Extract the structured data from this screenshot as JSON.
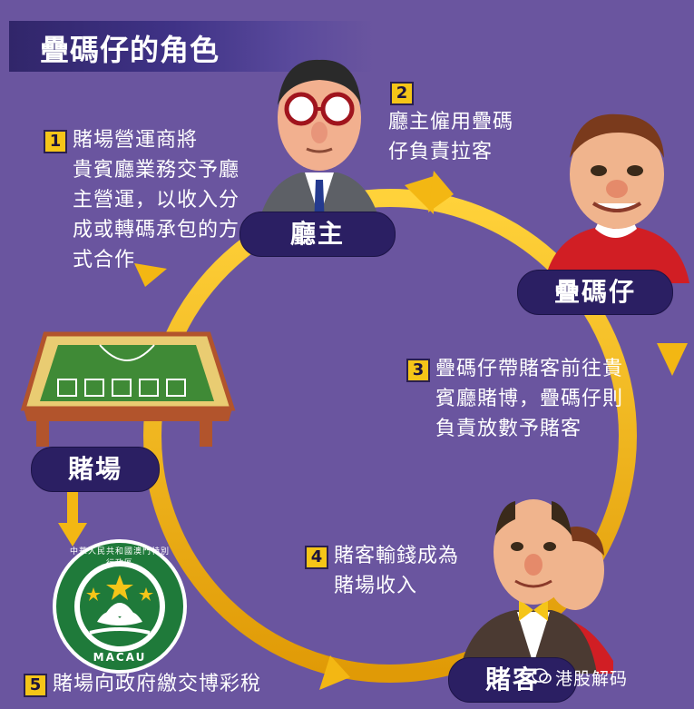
{
  "title": "疊碼仔的角色",
  "roles": {
    "hall_owner": "廳主",
    "junket": "疊碼仔",
    "casino": "賭場",
    "gambler": "賭客"
  },
  "steps": [
    {
      "number": "1",
      "text": "賭場營運商將\n貴賓廳業務交予廳\n主營運，以收入分\n成或轉碼承包的方\n式合作"
    },
    {
      "number": "2",
      "text": "廳主僱用疊碼\n仔負責拉客"
    },
    {
      "number": "3",
      "text": "疊碼仔帶賭客前往貴\n賓廳賭博，疊碼仔則\n負責放數予賭客"
    },
    {
      "number": "4",
      "text": "賭客輸錢成為\n賭場收入"
    },
    {
      "number": "5",
      "text": "賭場向政府繳交博彩稅"
    }
  ],
  "emblem": {
    "ring_text": "中華人民共和國澳門特別行政區",
    "label": "MACAU"
  },
  "watermark": "港股解码",
  "colors": {
    "background": "#6a559f",
    "arrow": "#f3b713",
    "pill": "#2b1f63",
    "number_box": "#f5c518",
    "emblem_green": "#1f7a3a"
  }
}
